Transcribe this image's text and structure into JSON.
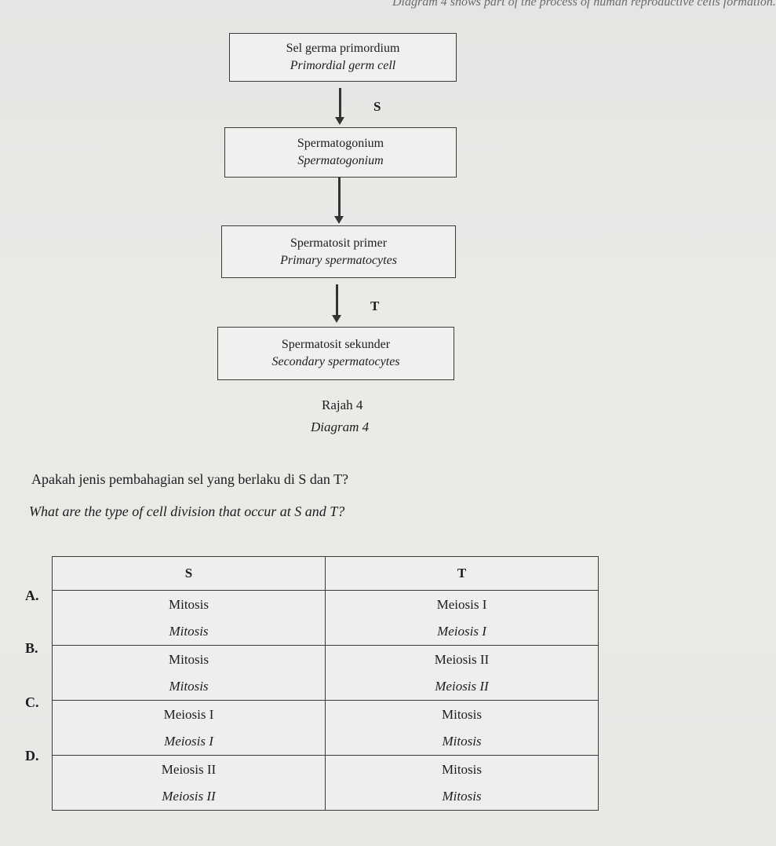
{
  "top_text": "Diagram 4 shows part of the process of human reproductive cells formation.",
  "flow": {
    "box1": {
      "ms": "Sel germa primordium",
      "en": "Primordial germ cell"
    },
    "arrow1_label": "S",
    "box2": {
      "ms": "Spermatogonium",
      "en": "Spermatogonium"
    },
    "box3": {
      "ms": "Spermatosit primer",
      "en": "Primary spermatocytes"
    },
    "arrow3_label": "T",
    "box4": {
      "ms": "Spermatosit sekunder",
      "en": "Secondary spermatocytes"
    }
  },
  "caption": {
    "ms": "Rajah 4",
    "en": "Diagram 4"
  },
  "question": {
    "ms": "Apakah jenis pembahagian sel yang berlaku di S dan T?",
    "en": "What are the type of cell division that occur at S and T?"
  },
  "table": {
    "headers": [
      "S",
      "T"
    ],
    "rows": [
      {
        "letter": "A.",
        "s_ms": "Mitosis",
        "s_en": "Mitosis",
        "t_ms": "Meiosis I",
        "t_en": "Meiosis I"
      },
      {
        "letter": "B.",
        "s_ms": "Mitosis",
        "s_en": "Mitosis",
        "t_ms": "Meiosis II",
        "t_en": "Meiosis II"
      },
      {
        "letter": "C.",
        "s_ms": "Meiosis I",
        "s_en": "Meiosis I",
        "t_ms": "Mitosis",
        "t_en": "Mitosis"
      },
      {
        "letter": "D.",
        "s_ms": "Meiosis II",
        "s_en": "Meiosis II",
        "t_ms": "Mitosis",
        "t_en": "Mitosis"
      }
    ]
  }
}
